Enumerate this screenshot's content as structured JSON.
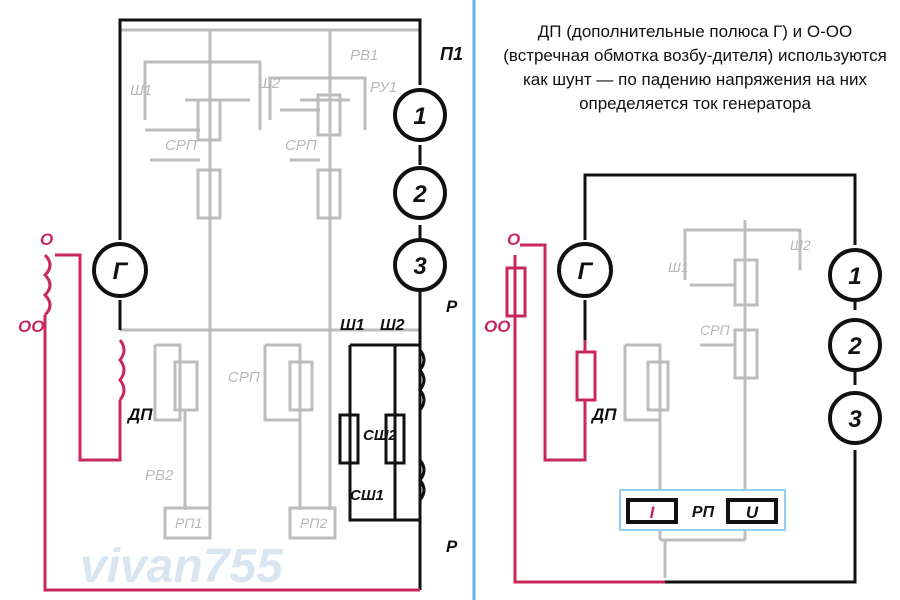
{
  "note": "ДП (дополнительные полюса Г) и О-ОО (встречная обмотка возбу-дителя) используются как шунт — по падению напряжения на них определяется ток генератора",
  "colors": {
    "black": "#111111",
    "grey": "#bdbdbd",
    "red": "#c8285a",
    "divider": "#5ab4e6",
    "box": "#8fd0ec"
  },
  "left": {
    "generator": "Г",
    "motors": [
      "1",
      "2",
      "3"
    ],
    "labels": {
      "p1": "П1",
      "pv1": "РВ1",
      "ru1": "РУ1",
      "sh1_top": "Ш1",
      "sh2_top": "Ш2",
      "srp_top1": "СРП",
      "srp_top2": "СРП",
      "srp_mid": "СРП",
      "sh1_bottom": "Ш1",
      "sh2_bottom": "Ш2",
      "ssh1": "СШ1",
      "ssh2": "СШ2",
      "r_top": "Р",
      "r_bottom": "Р",
      "o": "О",
      "oo": "ОО",
      "dp": "ДП",
      "pv2": "РВ2",
      "rp1": "РП1",
      "rp2": "РП2"
    }
  },
  "right": {
    "generator": "Г",
    "motors": [
      "1",
      "2",
      "3"
    ],
    "labels": {
      "o": "О",
      "oo": "ОО",
      "dp": "ДП",
      "sh1": "Ш1",
      "sh2": "Ш2",
      "srp": "СРП",
      "rp": "РП"
    },
    "relay_i": "I",
    "relay_u": "U"
  },
  "watermark": "vivan755"
}
